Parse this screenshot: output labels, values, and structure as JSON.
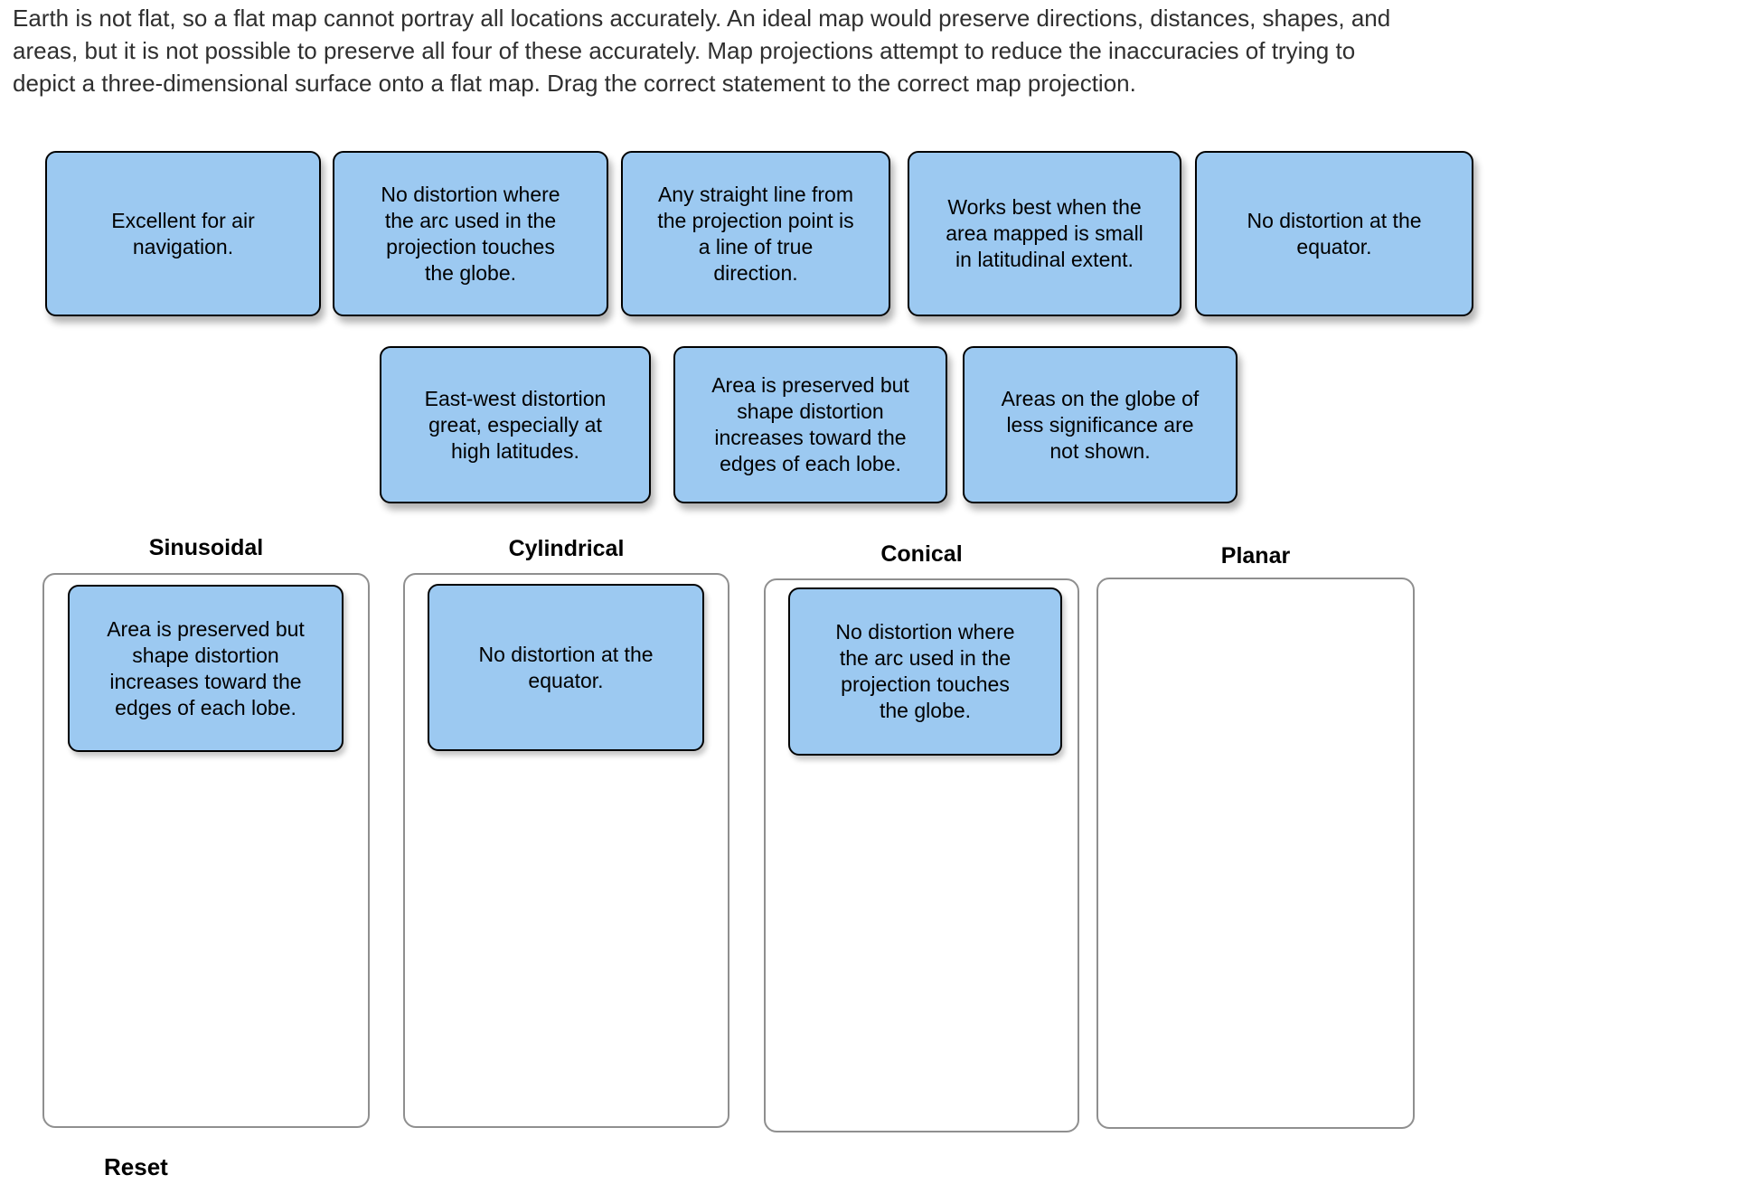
{
  "instructions": "Earth is not flat, so a flat map cannot portray all locations accurately. An ideal map would preserve directions, distances, shapes, and\nareas, but it is not possible to preserve all four of these accurately. Map projections attempt to reduce the inaccuracies of trying to\ndepict a three-dimensional surface onto a flat map. Drag the correct statement to the correct map projection.",
  "colors": {
    "card_fill": "#9CC9F1",
    "card_border": "#000000",
    "zone_border": "#8f8f8f",
    "text": "#000000"
  },
  "bank": {
    "row1": [
      "Excellent for air\nnavigation.",
      "No distortion where\nthe arc used in the\nprojection touches\nthe globe.",
      "Any straight line from\nthe projection point is\na line of true\ndirection.",
      "Works best when the\narea mapped is small\nin latitudinal extent.",
      "No distortion at the\nequator."
    ],
    "row2": [
      "East-west distortion\ngreat, especially at\nhigh latitudes.",
      "Area is preserved but\nshape distortion\nincreases toward the\nedges of each lobe.",
      "Areas on the globe of\nless significance are\nnot shown."
    ]
  },
  "zones": [
    {
      "label": "Sinusoidal",
      "card": "Area is preserved but\nshape distortion\nincreases toward the\nedges of each lobe."
    },
    {
      "label": "Cylindrical",
      "card": "No distortion at the\nequator."
    },
    {
      "label": "Conical",
      "card": "No distortion where\nthe arc used in the\nprojection touches\nthe globe."
    },
    {
      "label": "Planar",
      "card": ""
    }
  ],
  "reset_label": "Reset"
}
